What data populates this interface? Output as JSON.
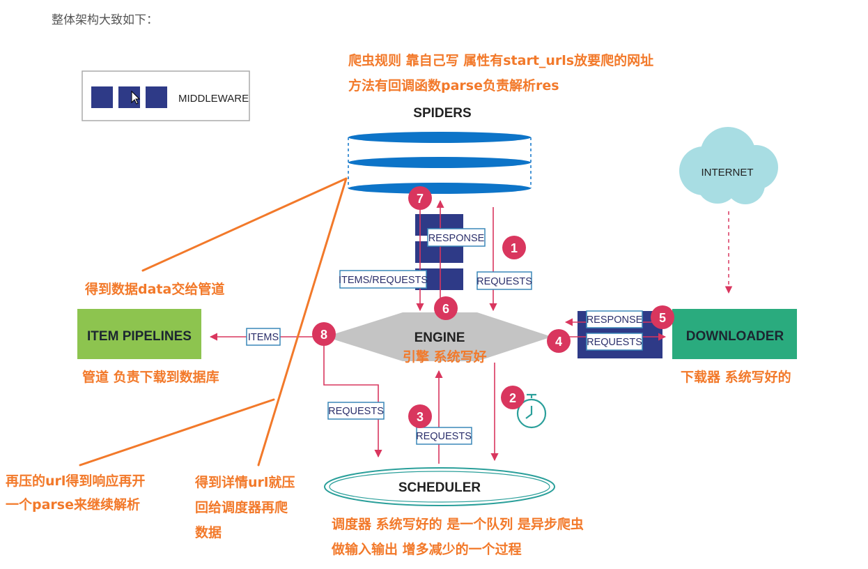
{
  "intro": "整体架构大致如下：",
  "legend": {
    "label": "MIDDLEWARE"
  },
  "nodes": {
    "spiders": "SPIDERS",
    "engine": "ENGINE",
    "scheduler": "SCHEDULER",
    "downloader": "DOWNLOADER",
    "item_pipelines": "ITEM PIPELINES",
    "internet": "INTERNET"
  },
  "tags": {
    "response_top": "RESPONSE",
    "items_requests": "ITEMS/REQUESTS",
    "requests_1": "REQUESTS",
    "response_dl": "RESPONSE",
    "requests_dl": "REQUESTS",
    "items": "ITEMS",
    "requests_8": "REQUESTS",
    "requests_3": "REQUESTS"
  },
  "steps": [
    "1",
    "2",
    "3",
    "4",
    "5",
    "6",
    "7",
    "8"
  ],
  "notes": {
    "spiders_1": "爬虫规则 靠自己写 属性有start_urls放要爬的网址",
    "spiders_2": "方法有回调函数parse负责解析res",
    "data_to_pipeline": "得到数据data交给管道",
    "pipeline": "管道  负责下载到数据库",
    "engine": "引擎 系统写好",
    "downloader": "下载器 系统写好的",
    "reparse_1": "再压的url得到响应再开",
    "reparse_2": "一个parse来继续解析",
    "detail_1": "得到详情url就压",
    "detail_2": "回给调度器再爬",
    "detail_3": "数据",
    "scheduler_1": "调度器  系统写好的 是一个队列 是异步爬虫",
    "scheduler_2": "做输入输出 增多减少的一个过程"
  },
  "colors": {
    "note_orange": "#f2792a",
    "arrow_red": "#d9365e",
    "middleware_navy": "#2e3a87",
    "spider_blue": "#0d74c8",
    "engine_gray": "#c4c4c4",
    "downloader_green": "#2aab7e",
    "pipelines_green": "#8dc44f",
    "internet_cyan": "#a8dde3",
    "scheduler_teal": "#2a9f9a",
    "tag_border": "#3a87b8"
  }
}
